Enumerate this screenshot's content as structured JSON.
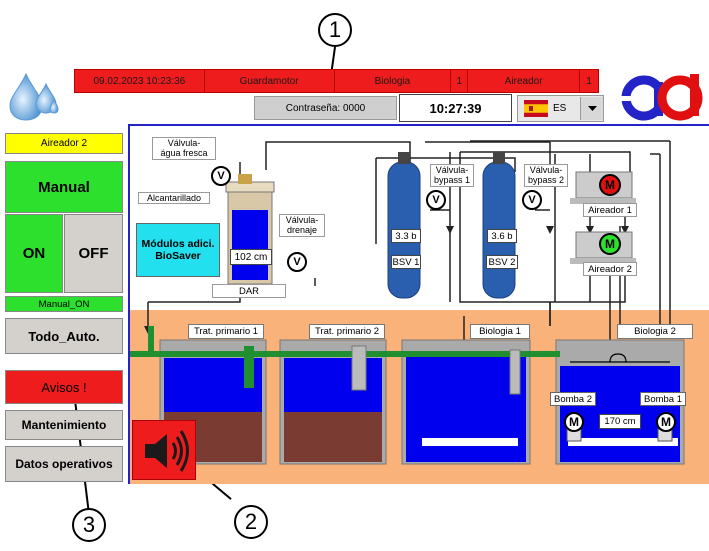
{
  "callouts": {
    "one": "1",
    "two": "2",
    "three": "3"
  },
  "alarm_bar": {
    "datetime": "09.02.2023 10:23:36",
    "device": "Guardamotor",
    "area": "Biologia",
    "count_1": "1",
    "unit": "Aireador",
    "count_2": "1"
  },
  "header": {
    "password_label": "Contraseña: 0000",
    "clock": "10:27:39",
    "language": "ES"
  },
  "sidebar": {
    "selected_device": "Aireador 2",
    "mode_label": "Manual",
    "on_label": "ON",
    "off_label": "OFF",
    "status_label": "Manual_ON",
    "auto_button": "Todo_Auto.",
    "alarms_button": "Avisos !",
    "maintenance_button": "Mantenimiento",
    "operating_data_button": "Datos operativos"
  },
  "process": {
    "fresh_water_valve": "Válvula-\nágua fresca",
    "sewer_label": "Alcantarillado",
    "drain_valve": "Válvula-\ndrenaje",
    "biosaver_label": "Módulos adici.\nBioSaver",
    "dar_level": "102 cm",
    "dar_label": "DAR",
    "valve_symbol": "V",
    "motor_symbol": "M",
    "bypass_valve_1": "Válvula-\nbypass 1",
    "bypass_valve_2": "Válvula-\nbypass 2",
    "bsv1_pressure": "3.3 b",
    "bsv2_pressure": "3.6 b",
    "bsv1_label": "BSV 1",
    "bsv2_label": "BSV 2",
    "aerator_1": "Aireador 1",
    "aerator_2": "Aireador 2",
    "tank_1": "Trat. primario 1",
    "tank_2": "Trat. primario 2",
    "tank_3": "Biologia 1",
    "tank_4": "Biologia 2",
    "pump_2": "Bomba 2",
    "pump_1": "Bomba 1",
    "bio2_level": "170 cm"
  },
  "colors": {
    "alarm_red": "#ee1c1c",
    "mode_green": "#2ee02e",
    "water_blue": "#0000ee",
    "sludge_brown": "#7a3b32",
    "ground_orange": "#f9b27a",
    "cyan_module": "#22e0ee",
    "selected_yellow": "#ffff00"
  }
}
